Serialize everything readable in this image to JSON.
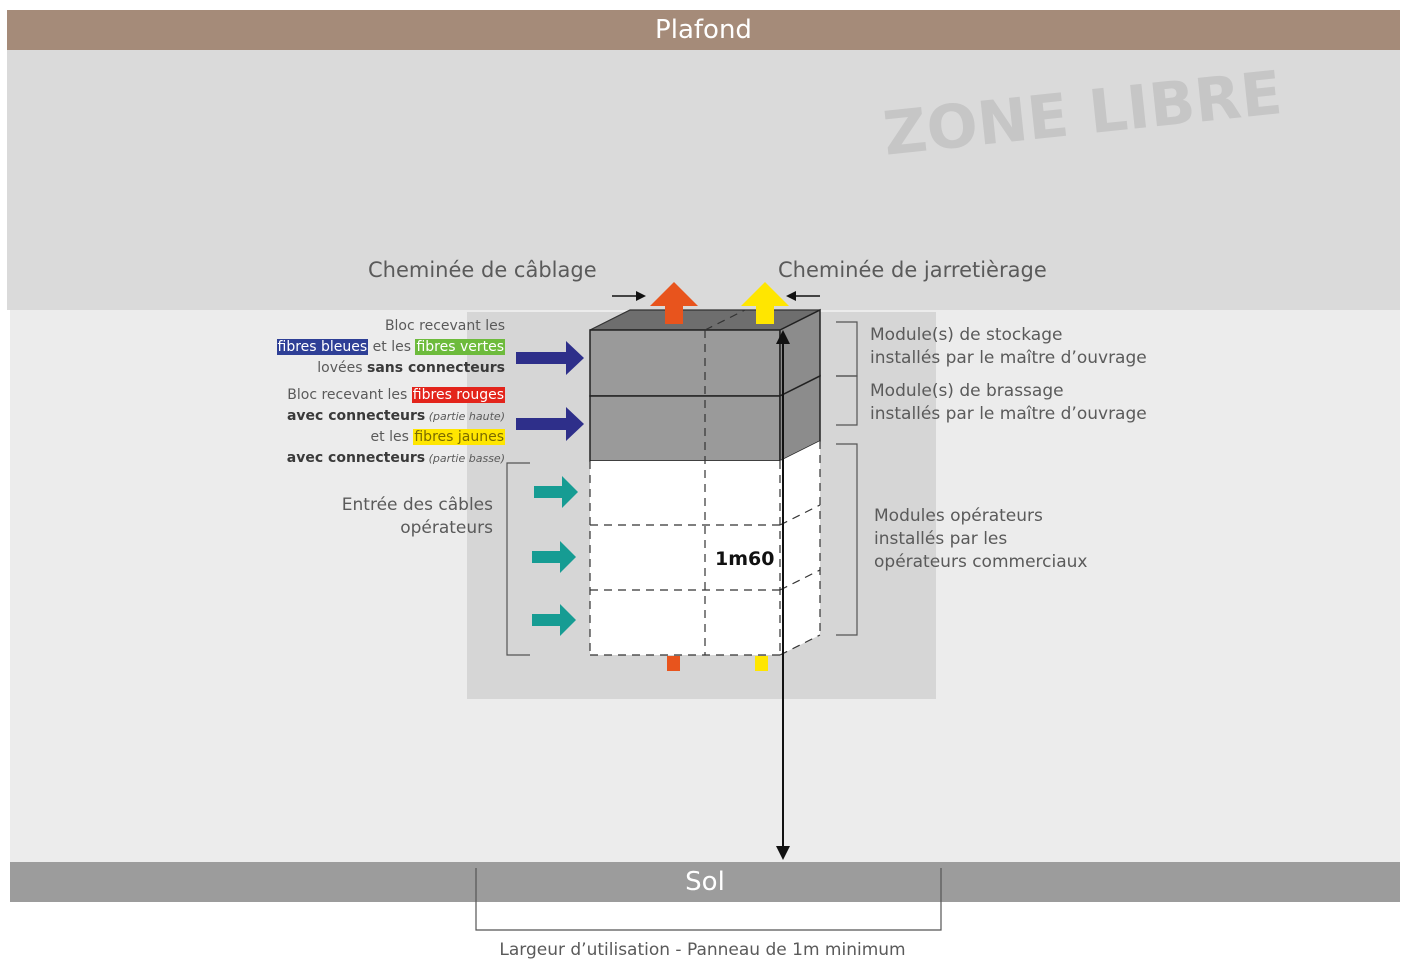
{
  "ceiling": "Plafond",
  "floor": "Sol",
  "free_zone": "ZONE LIBRE",
  "chimney_cabling": "Cheminée de câblage",
  "chimney_patching": "Cheminée de jarretièrage",
  "block1": {
    "line1": "Bloc recevant  les",
    "blue": "fibres bleues",
    "mid": " et les ",
    "green": "fibres vertes",
    "line3_a": "lovées ",
    "line3_b": "sans connecteurs"
  },
  "block2": {
    "line1_a": "Bloc recevant les ",
    "red": "fibres rouges",
    "line2_b": "avec connecteurs",
    "line2_c": " (partie haute)",
    "line3_a": "et les ",
    "yellow": "fibres jaunes",
    "line4_b": "avec connecteurs",
    "line4_c": " (partie basse)"
  },
  "cable_entry": {
    "line1": "Entrée des câbles",
    "line2": "opérateurs"
  },
  "storage": {
    "line1": "Module(s) de stockage",
    "line2": "installés par le maître d’ouvrage"
  },
  "patching": {
    "line1": "Module(s) de brassage",
    "line2": "installés par le maître d’ouvrage"
  },
  "operators": {
    "line1": "Modules opérateurs",
    "line2": "installés par les",
    "line3": "opérateurs commerciaux"
  },
  "height": "1m60",
  "width_note": "Largeur d’utilisation - Panneau de 1m minimum",
  "colors": {
    "ceiling": "#a58b79",
    "floor": "#9c9c9c",
    "arrow_blue": "#2e2f8a",
    "arrow_teal": "#169c93",
    "arrow_orange": "#e8541d",
    "arrow_yellow": "#ffe600",
    "block_gray": "#9a9a9a"
  }
}
